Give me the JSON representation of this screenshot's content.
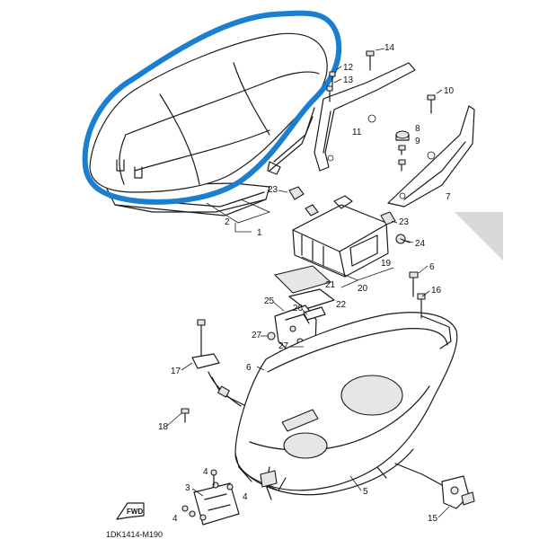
{
  "diagram": {
    "drawing_code": "1DK1414-M190",
    "direction_label": "FWD",
    "highlight_color": "#1a7fd1",
    "callouts": {
      "c1": "1",
      "c2": "2",
      "c3": "3",
      "c4a": "4",
      "c4b": "4",
      "c4c": "4",
      "c5": "5",
      "c6a": "6",
      "c6b": "6",
      "c7": "7",
      "c8": "8",
      "c9": "9",
      "c10": "10",
      "c11": "11",
      "c12": "12",
      "c13": "13",
      "c14": "14",
      "c15": "15",
      "c16": "16",
      "c17": "17",
      "c18": "18",
      "c19": "19",
      "c20": "20",
      "c21": "21",
      "c22": "22",
      "c23a": "23",
      "c23b": "23",
      "c24": "24",
      "c25": "25",
      "c26": "26",
      "c27a": "27",
      "c27b": "27"
    }
  }
}
